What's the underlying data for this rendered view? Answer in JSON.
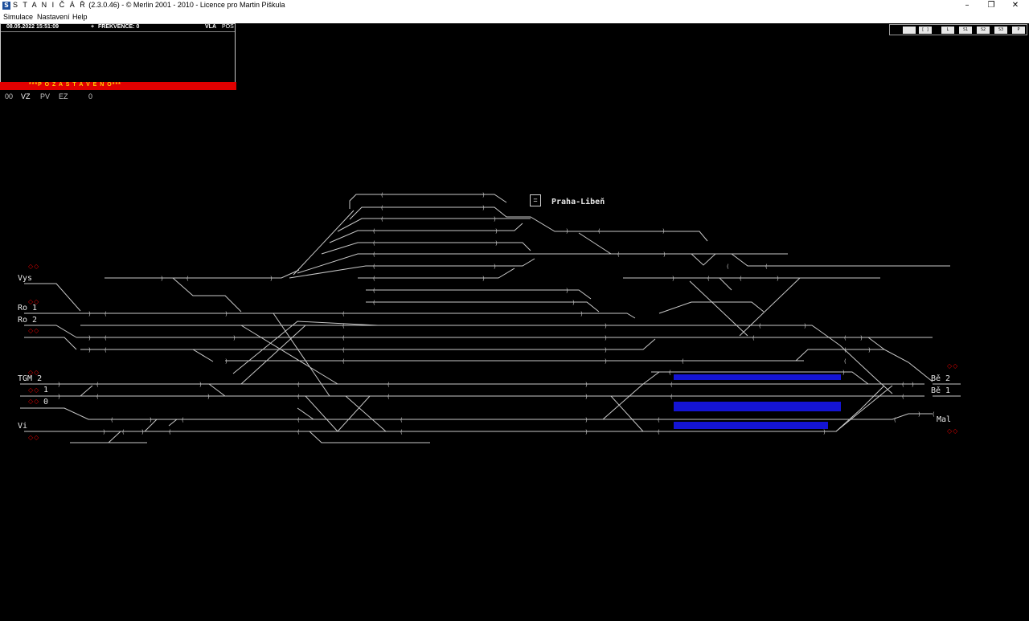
{
  "window": {
    "app_name": "S T A N I Č Á Ř",
    "title_rest": "(2.3.0.46) - © Merlin 2001 - 2010 - Licence pro Martin Piškula",
    "icon": "stanicar-app-icon",
    "minimize": "–",
    "maximize": "❐",
    "close": "✕"
  },
  "menu": [
    "Simulace",
    "Nastavení",
    "Help"
  ],
  "status": {
    "datetime": "08.05.2022 15:51:09",
    "plus": "+",
    "frequency": "FREKVENCE: 0",
    "vla": "VLA",
    "pos": "POS",
    "paused": "***P O Z A S T A V E N O***"
  },
  "counters": {
    "c1": "00",
    "c2": "VZ",
    "c3": "PV",
    "c4": "EZ",
    "c5": "0"
  },
  "toolbar": [
    "",
    "[ ]",
    "L",
    "S1",
    "S2",
    "S3",
    "P"
  ],
  "station": {
    "box_icon": "=",
    "name": "Praha-Libeň"
  },
  "track_labels": {
    "vys": "Vys",
    "ro1": "Ro 1",
    "ro2": "Ro 2",
    "tgm2": "TGM 2",
    "t1": "1",
    "t0": "0",
    "vi": "Vi",
    "be2": "Bě 2",
    "be1": "Bě 1",
    "mal": "Mal"
  },
  "signal_glyph": "◇◇",
  "colors": {
    "track": "#c8c8c8",
    "occupied": "#1414d4",
    "signal": "#e00000",
    "paused": "#e00000"
  }
}
